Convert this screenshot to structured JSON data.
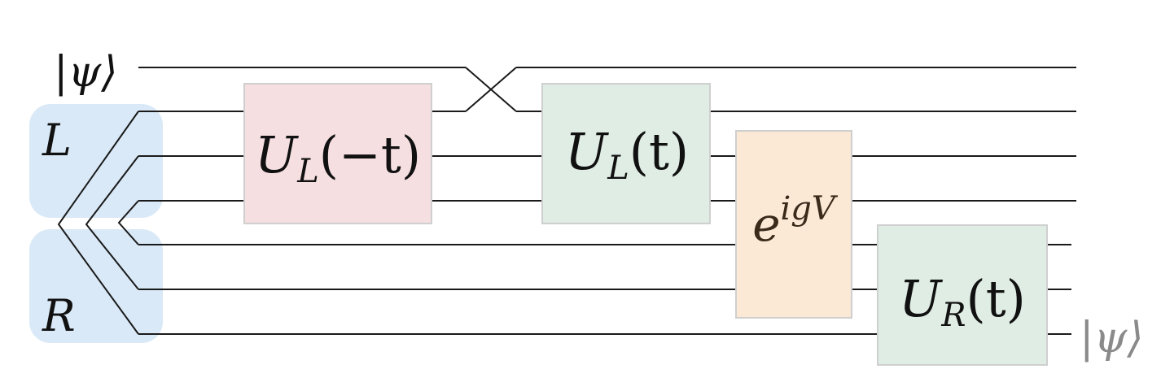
{
  "diagram": {
    "input_state": "|ψ⟩",
    "output_state": "|ψ⟩",
    "register_left": "L",
    "register_right": "R",
    "gates": {
      "ul_minus": {
        "main": "U",
        "sub": "L",
        "arg": "(−t)",
        "fill": "#f6dfe1"
      },
      "ul_plus": {
        "main": "U",
        "sub": "L",
        "arg": "(t)",
        "fill": "#dfede4"
      },
      "coupling": {
        "base": "e",
        "exp": "igV",
        "fill": "#fbe8d5"
      },
      "ur_plus": {
        "main": "U",
        "sub": "R",
        "arg": "(t)",
        "fill": "#dfede4"
      }
    },
    "colors": {
      "register_fill": "#d9e9f7",
      "gate_border": "#cfcfcf",
      "wire": "#1a1a1a",
      "output_gray": "#8a8a8a"
    }
  }
}
